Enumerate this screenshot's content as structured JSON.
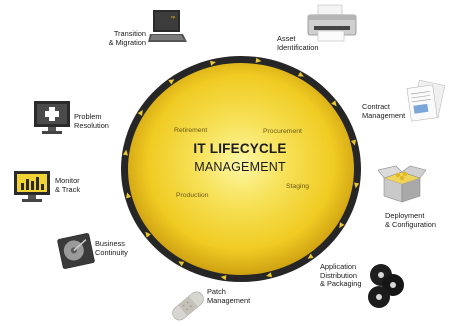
{
  "diagram": {
    "title_line1": "IT LIFECYCLE",
    "title_line2": "MANAGEMENT",
    "phases": {
      "retirement": "Retirement",
      "procurement": "Procurement",
      "staging": "Staging",
      "production": "Production"
    },
    "stages": {
      "transition": "Transition\n& Migration",
      "asset": "Asset\nIdentification",
      "contract": "Contract\nManagement",
      "deployment": "Deployment\n& Configuration",
      "application": "Application\nDistribution\n& Packaging",
      "patch": "Patch\nManagement",
      "business": "Business\nContinuity",
      "monitor": "Monitor\n& Track",
      "problem": "Problem\nResolution"
    },
    "laptop_screen_text": "xp",
    "colors": {
      "ring": "#262626",
      "fill_center": "#fdf7a6",
      "fill_mid": "#f2d12a",
      "fill_edge": "#c79a10",
      "arrow": "#e9c731"
    }
  }
}
